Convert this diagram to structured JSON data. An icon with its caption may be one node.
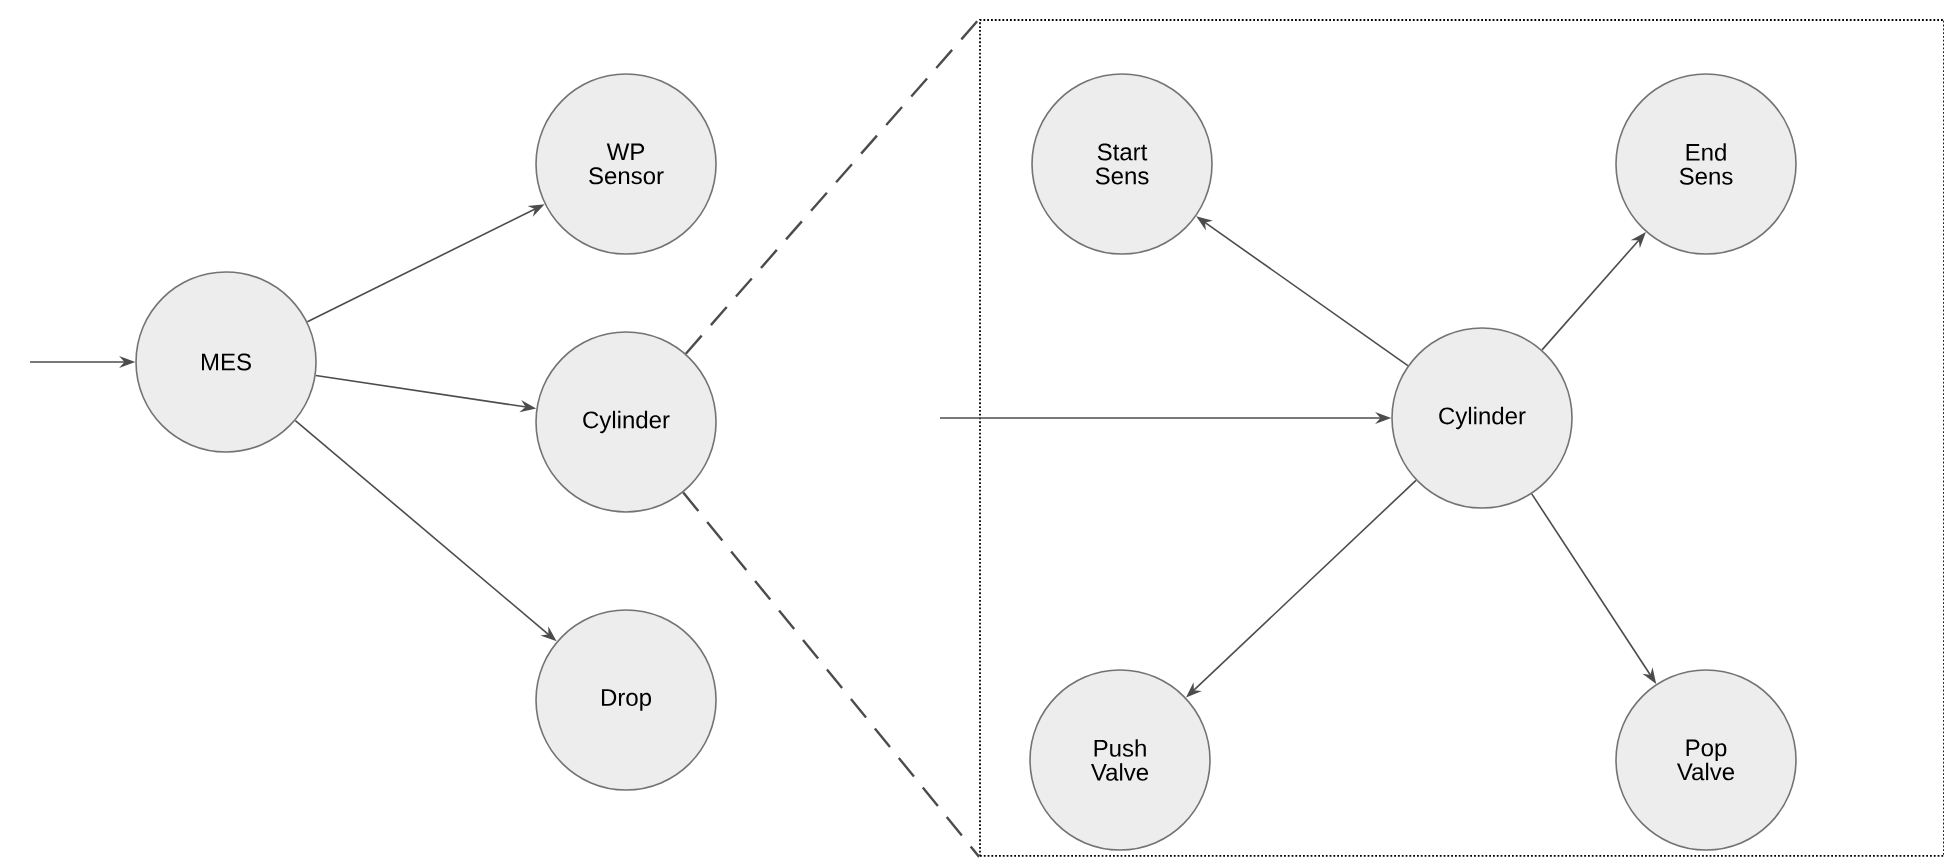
{
  "diagram": {
    "nodes": [
      {
        "text": [
          "MES"
        ]
      },
      {
        "text": [
          "WP Sensor"
        ]
      },
      {
        "text": [
          "Cylinder"
        ]
      },
      {
        "text": [
          "Drop"
        ]
      },
      {
        "text": [],
        "shape": "box"
      },
      {
        "text": [
          "Start Sens"
        ],
        "in": 4
      },
      {
        "text": [
          "End Sens"
        ],
        "in": 4
      },
      {
        "text": [
          "Cylinder"
        ],
        "in": 4
      },
      {
        "text": [
          "Push Valve"
        ],
        "in": 4
      },
      {
        "text": [
          "Pop Valve"
        ],
        "in": 4
      }
    ],
    "edges": [
      {
        "from": null,
        "to": 0,
        "arrow": "to"
      },
      {
        "from": 0,
        "to": 1,
        "arrow": "to"
      },
      {
        "from": 0,
        "to": 2,
        "arrow": "to"
      },
      {
        "from": 0,
        "to": 3,
        "arrow": "to"
      },
      {
        "from": 2,
        "to": 4,
        "arrow": "none",
        "style": "dashed"
      },
      {
        "from": 2,
        "to": 4,
        "arrow": "none",
        "style": "dashed"
      },
      {
        "from": null,
        "to": 7,
        "arrow": "to"
      },
      {
        "from": 7,
        "to": 5,
        "arrow": "to"
      },
      {
        "from": 7,
        "to": 6,
        "arrow": "to"
      },
      {
        "from": 7,
        "to": 8,
        "arrow": "to"
      },
      {
        "from": 7,
        "to": 9,
        "arrow": "to"
      }
    ]
  }
}
